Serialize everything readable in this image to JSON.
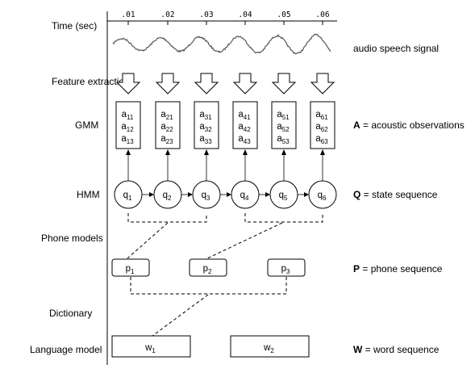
{
  "time_axis": {
    "label": "Time (sec)",
    "ticks": [
      ".01",
      ".02",
      ".03",
      ".04",
      ".05",
      ".06"
    ]
  },
  "signal_label": "audio speech signal",
  "rows": {
    "feature_extraction": "Feature extraction",
    "gmm": "GMM",
    "hmm": "HMM",
    "phone_models": "Phone models",
    "dictionary": "Dictionary",
    "language_model": "Language model"
  },
  "observation_boxes": [
    [
      {
        "base": "a",
        "sub": "11"
      },
      {
        "base": "a",
        "sub": "12"
      },
      {
        "base": "a",
        "sub": "13"
      }
    ],
    [
      {
        "base": "a",
        "sub": "21"
      },
      {
        "base": "a",
        "sub": "22"
      },
      {
        "base": "a",
        "sub": "23"
      }
    ],
    [
      {
        "base": "a",
        "sub": "31"
      },
      {
        "base": "a",
        "sub": "32"
      },
      {
        "base": "a",
        "sub": "33"
      }
    ],
    [
      {
        "base": "a",
        "sub": "41"
      },
      {
        "base": "a",
        "sub": "42"
      },
      {
        "base": "a",
        "sub": "43"
      }
    ],
    [
      {
        "base": "a",
        "sub": "51"
      },
      {
        "base": "a",
        "sub": "52"
      },
      {
        "base": "a",
        "sub": "53"
      }
    ],
    [
      {
        "base": "a",
        "sub": "61"
      },
      {
        "base": "a",
        "sub": "62"
      },
      {
        "base": "a",
        "sub": "63"
      }
    ]
  ],
  "states": [
    {
      "base": "q",
      "sub": "1"
    },
    {
      "base": "q",
      "sub": "2"
    },
    {
      "base": "q",
      "sub": "3"
    },
    {
      "base": "q",
      "sub": "4"
    },
    {
      "base": "q",
      "sub": "5"
    },
    {
      "base": "q",
      "sub": "6"
    }
  ],
  "phones": [
    {
      "base": "p",
      "sub": "1"
    },
    {
      "base": "p",
      "sub": "2"
    },
    {
      "base": "p",
      "sub": "3"
    }
  ],
  "words": [
    {
      "base": "w",
      "sub": "1"
    },
    {
      "base": "w",
      "sub": "2"
    }
  ],
  "legend": {
    "acoustic": {
      "key": "A",
      "text": " = acoustic observations"
    },
    "state": {
      "key": "Q",
      "text": " = state sequence"
    },
    "phone": {
      "key": "P",
      "text": " = phone sequence"
    },
    "word": {
      "key": "W",
      "text": " = word sequence"
    }
  }
}
